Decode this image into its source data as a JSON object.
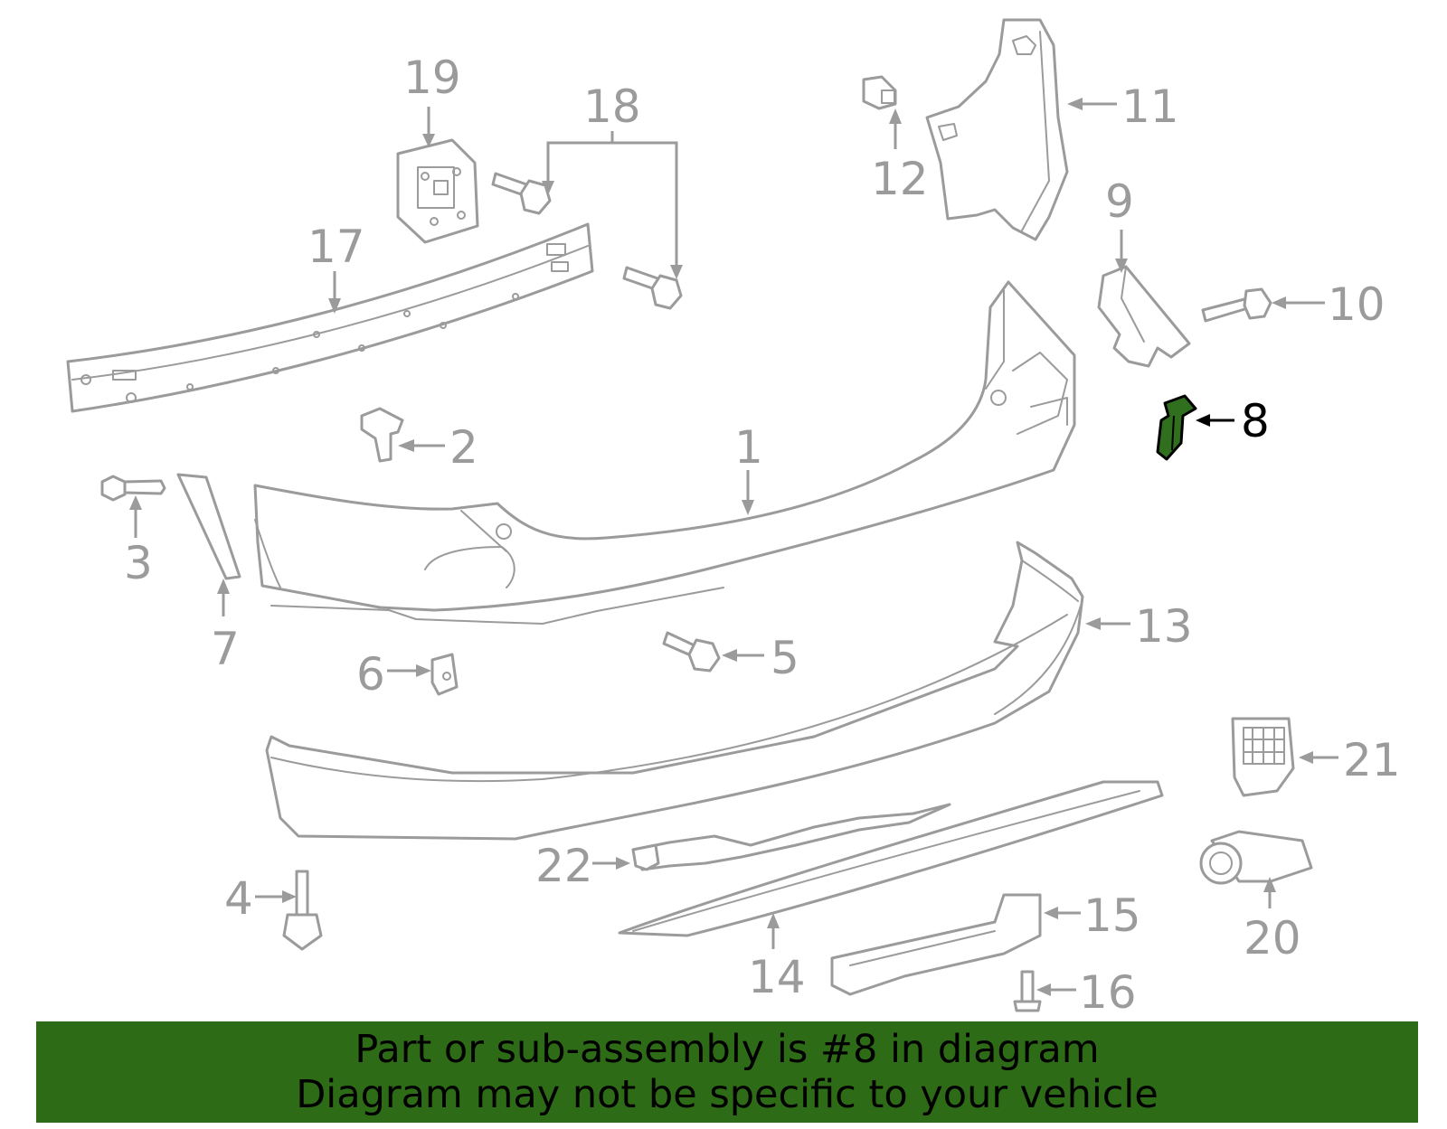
{
  "callouts": {
    "p1": "1",
    "p2": "2",
    "p3": "3",
    "p4": "4",
    "p5": "5",
    "p6": "6",
    "p7": "7",
    "p8": "8",
    "p9": "9",
    "p10": "10",
    "p11": "11",
    "p12": "12",
    "p13": "13",
    "p14": "14",
    "p15": "15",
    "p16": "16",
    "p17": "17",
    "p18": "18",
    "p19": "19",
    "p20": "20",
    "p21": "21",
    "p22": "22"
  },
  "highlighted_part": "8",
  "colors": {
    "highlight": "#2e6b17",
    "line_art": "#9b9b9b"
  },
  "banner": {
    "line1": "Part or sub-assembly is #8 in diagram",
    "line2": "Diagram may not be specific to your vehicle"
  }
}
